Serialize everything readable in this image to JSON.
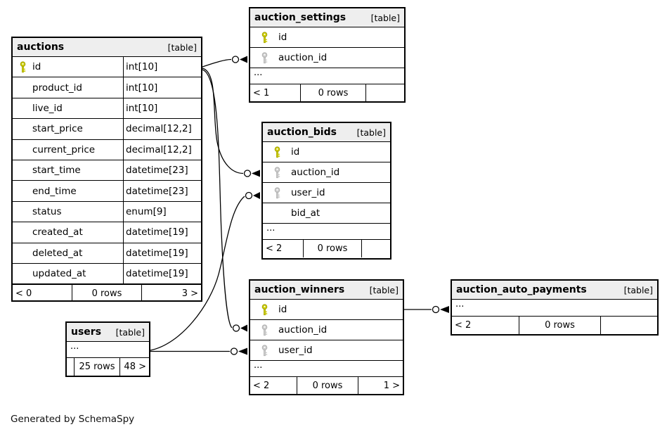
{
  "diagram": {
    "generated_note": "Generated by SchemaSpy"
  },
  "colors": {
    "header_bg": "#eeeeee",
    "border": "#000000",
    "key_primary": "#cccc00",
    "key_foreign": "#cccccc",
    "edge": "#000000"
  },
  "icons": {
    "primary_key": "key-icon-yellow",
    "foreign_key": "key-icon-gray"
  },
  "tables": [
    {
      "title": "auctions",
      "tag": "[table]",
      "columns": [
        {
          "name": "id",
          "type": "int[10]",
          "key": "primary"
        },
        {
          "name": "product_id",
          "type": "int[10]",
          "key": "none"
        },
        {
          "name": "live_id",
          "type": "int[10]",
          "key": "none"
        },
        {
          "name": "start_price",
          "type": "decimal[12,2]",
          "key": "none"
        },
        {
          "name": "current_price",
          "type": "decimal[12,2]",
          "key": "none"
        },
        {
          "name": "start_time",
          "type": "datetime[23]",
          "key": "none"
        },
        {
          "name": "end_time",
          "type": "datetime[23]",
          "key": "none"
        },
        {
          "name": "status",
          "type": "enum[9]",
          "key": "none"
        },
        {
          "name": "created_at",
          "type": "datetime[19]",
          "key": "none"
        },
        {
          "name": "deleted_at",
          "type": "datetime[19]",
          "key": "none"
        },
        {
          "name": "updated_at",
          "type": "datetime[19]",
          "key": "none"
        }
      ],
      "footer": {
        "left": "< 0",
        "center": "0 rows",
        "right": "3 >"
      }
    },
    {
      "title": "auction_settings",
      "tag": "[table]",
      "columns": [
        {
          "name": "id",
          "key": "primary"
        },
        {
          "name": "auction_id",
          "key": "foreign"
        }
      ],
      "ellipsis": "...",
      "footer": {
        "left": "< 1",
        "center": "0 rows",
        "right": ""
      }
    },
    {
      "title": "auction_bids",
      "tag": "[table]",
      "columns": [
        {
          "name": "id",
          "key": "primary"
        },
        {
          "name": "auction_id",
          "key": "foreign"
        },
        {
          "name": "user_id",
          "key": "foreign"
        },
        {
          "name": "bid_at",
          "key": "none"
        }
      ],
      "ellipsis": "...",
      "footer": {
        "left": "< 2",
        "center": "0 rows",
        "right": ""
      }
    },
    {
      "title": "auction_winners",
      "tag": "[table]",
      "columns": [
        {
          "name": "id",
          "key": "primary"
        },
        {
          "name": "auction_id",
          "key": "foreign"
        },
        {
          "name": "user_id",
          "key": "foreign"
        }
      ],
      "ellipsis": "...",
      "footer": {
        "left": "< 2",
        "center": "0 rows",
        "right": "1 >"
      }
    },
    {
      "title": "auction_auto_payments",
      "tag": "[table]",
      "columns": [],
      "ellipsis": "...",
      "footer": {
        "left": "< 2",
        "center": "0 rows",
        "right": ""
      }
    },
    {
      "title": "users",
      "tag": "[table]",
      "columns": [],
      "ellipsis": "...",
      "footer": {
        "left": "",
        "center": "25 rows",
        "right": "48 >"
      }
    }
  ],
  "relationships": [
    {
      "from": "auctions.id",
      "to": "auction_settings.auction_id"
    },
    {
      "from": "auctions.id",
      "to": "auction_bids.auction_id"
    },
    {
      "from": "auctions.id",
      "to": "auction_winners.auction_id"
    },
    {
      "from": "auction_winners.id",
      "to": "auction_auto_payments"
    },
    {
      "from": "users",
      "to": "auction_winners.user_id"
    },
    {
      "from": "users",
      "to": "auction_bids.user_id"
    }
  ]
}
